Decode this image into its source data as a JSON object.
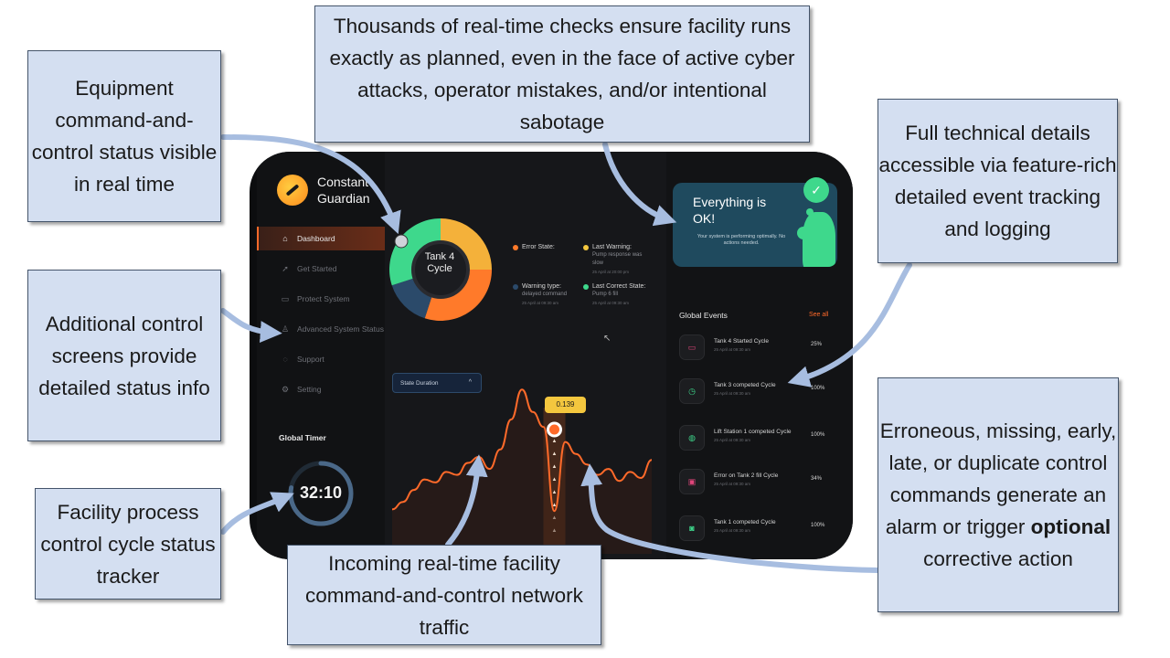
{
  "brand": {
    "name_line1": "Constant",
    "name_line2": "Guardian"
  },
  "nav": [
    {
      "label": "Dashboard",
      "icon": "home-icon",
      "glyph": "⌂"
    },
    {
      "label": "Get Started",
      "icon": "rocket-icon",
      "glyph": "➚"
    },
    {
      "label": "Protect System",
      "icon": "shield-icon",
      "glyph": "▭"
    },
    {
      "label": "Advanced System Status",
      "icon": "user-icon",
      "glyph": "♙"
    },
    {
      "label": "Support",
      "icon": "chat-icon",
      "glyph": "◌"
    },
    {
      "label": "Setting",
      "icon": "gear-icon",
      "glyph": "⚙"
    }
  ],
  "timer": {
    "title": "Global Timer",
    "value": "32:10",
    "progress": 0.78
  },
  "donut": {
    "line1": "Tank 4",
    "line2": "Cycle",
    "segments": [
      {
        "value": 25,
        "color": "#f4b13a"
      },
      {
        "value": 30,
        "color": "#ff7a2a"
      },
      {
        "value": 15,
        "color": "#2b4a6a"
      },
      {
        "value": 30,
        "color": "#3ed88c"
      }
    ]
  },
  "legend": [
    {
      "title": "Error State:",
      "sub": "",
      "tiny": "",
      "color": "#ff7a2a"
    },
    {
      "title": "Last Warning:",
      "sub": "Pump response was slow",
      "tiny": "25 April at 20:00 pm",
      "color": "#f4c73e"
    },
    {
      "title": "Warning type:",
      "sub": "delayed command",
      "tiny": "25 April at 09:30 am",
      "color": "#2b4a6a"
    },
    {
      "title": "Last Correct State:",
      "sub": "Pump 6 fill",
      "tiny": "25 April at 09:30 am",
      "color": "#3ed88c"
    }
  ],
  "state_duration": {
    "label": "State Duration",
    "chevron": "^"
  },
  "chart_data": {
    "type": "line",
    "y": [
      0.15,
      0.2,
      0.28,
      0.35,
      0.33,
      0.4,
      0.38,
      0.46,
      0.5,
      0.42,
      0.55,
      0.75,
      0.95,
      0.8,
      0.7,
      0.139,
      0.6,
      0.52,
      0.45,
      0.38,
      0.42,
      0.34,
      0.4,
      0.36,
      0.48
    ],
    "tooltip": "0.139",
    "ylim": [
      0,
      1
    ]
  },
  "ok_card": {
    "title_line1": "Everything is",
    "title_line2": "OK!",
    "subtitle": "Your system is performing optimally. No actions needed."
  },
  "events": {
    "title": "Global Events",
    "see_all": "See all",
    "items": [
      {
        "title": "Tank 4 Started Cycle",
        "time": "25 April at 09:30 am",
        "pct": "25%",
        "icon": "camera-icon",
        "glyph": "▭",
        "color": "#e0457a"
      },
      {
        "title": "Tank 3 competed Cycle",
        "time": "25 April at 09:30 am",
        "pct": "100%",
        "icon": "timer-icon",
        "glyph": "◷",
        "color": "#3ed88c"
      },
      {
        "title": "Lift Station 1 competed Cycle",
        "time": "25 April at 09:30 am",
        "pct": "100%",
        "icon": "apple-icon",
        "glyph": "◍",
        "color": "#3ed88c"
      },
      {
        "title": "Error on Tank 2 fill Cycle",
        "time": "25 April at 09:30 am",
        "pct": "34%",
        "icon": "book-icon",
        "glyph": "▣",
        "color": "#e0457a"
      },
      {
        "title": "Tank 1 competed Cycle",
        "time": "25 April at 09:30 am",
        "pct": "100%",
        "icon": "camera-icon",
        "glyph": "◙",
        "color": "#3ed88c"
      }
    ]
  },
  "callouts": {
    "equipment": "Equipment command-and-control status visible in real time",
    "thousands": "Thousands of real-time checks ensure facility runs exactly as planned, even in the face of active cyber attacks, operator mistakes, and/or intentional sabotage",
    "technical": "Full technical details accessible via feature-rich detailed event tracking and logging",
    "additional": "Additional control screens provide detailed status info",
    "facility": "Facility process control cycle status tracker",
    "incoming": "Incoming real-time facility command-and-control network traffic",
    "erroneous_pre": "Erroneous, missing, early, late, or duplicate control commands generate an alarm or trigger",
    "erroneous_bold": "optional",
    "erroneous_post": "corrective action"
  }
}
